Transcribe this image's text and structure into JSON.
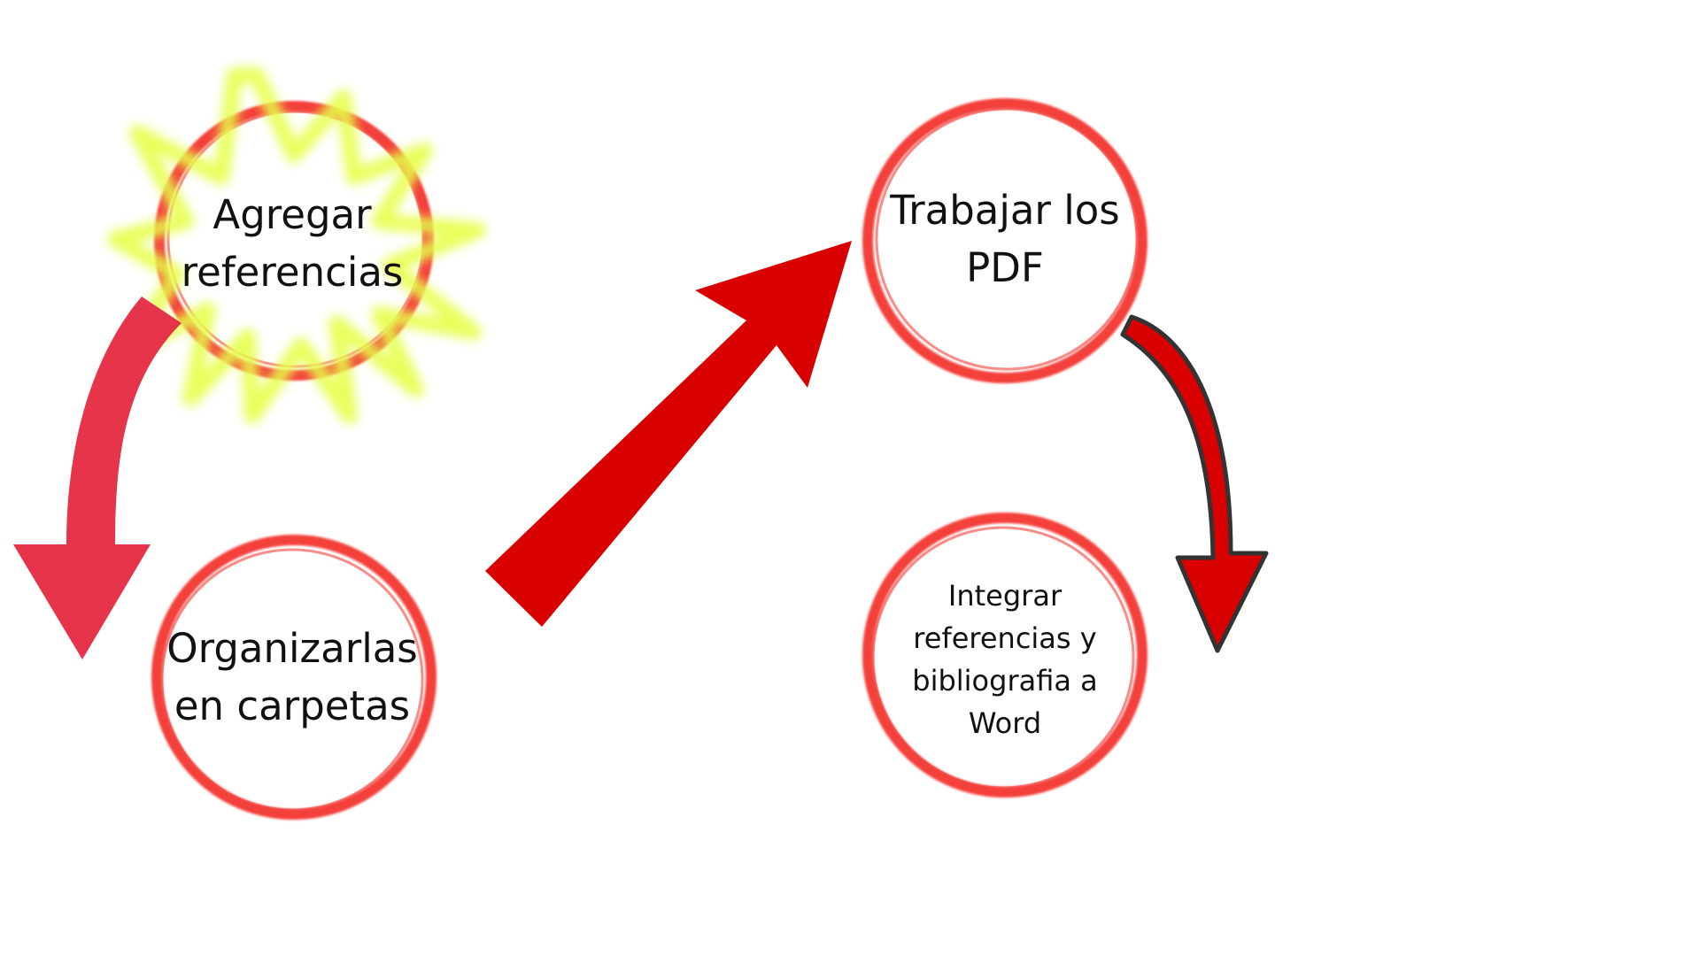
{
  "nodes": {
    "agregar": {
      "label": "Agregar\nreferencias"
    },
    "organizar": {
      "label": "Organizarlas\nen carpetas"
    },
    "trabajar": {
      "label": "Trabajar los\nPDF"
    },
    "integrar": {
      "label": "Integrar\nreferencias y\nbibliografia a\nWord"
    }
  },
  "colors": {
    "ring": "#f4413a",
    "burst": "#e6ff4a",
    "arrow_pink": "#e6344a",
    "arrow_red": "#d90000",
    "arrow_outline": "#333333",
    "text": "#111111"
  }
}
